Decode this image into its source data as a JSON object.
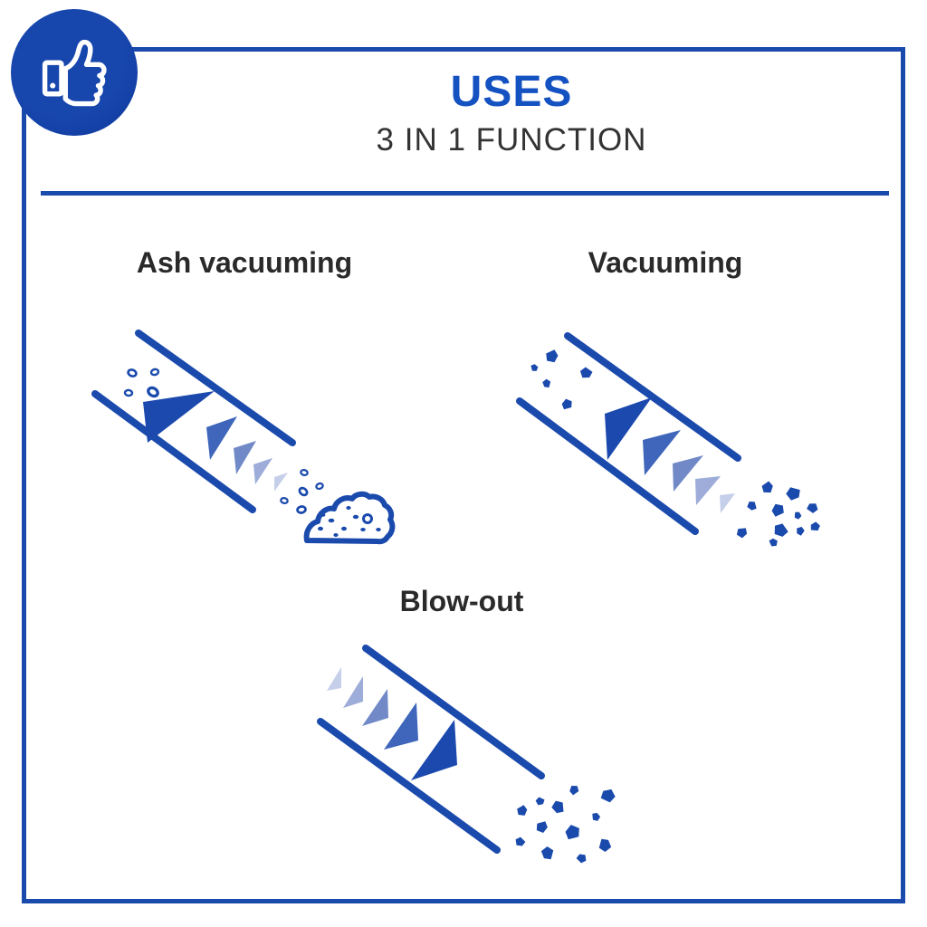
{
  "page": {
    "type": "product-infographic",
    "background": "#ffffff"
  },
  "badge": {
    "icon": "thumbs-up-icon"
  },
  "header": {
    "title": "USES",
    "subtitle": "3 IN 1 FUNCTION"
  },
  "sections": [
    {
      "label": "Ash vacuuming"
    },
    {
      "label": "Vacuuming"
    },
    {
      "label": "Blow-out"
    }
  ],
  "colors": {
    "frame": "#1b4aad",
    "title": "#1552c1",
    "subtitle": "#333333",
    "section_label": "#2a2a2a",
    "badge_fill": "#1746ad",
    "badge_glyph": "#ffffff",
    "tube": "#1b4aad",
    "particle": "#1b4aad",
    "arrow_gradient": [
      "#1b49ae",
      "#3f66bb",
      "#7289c8",
      "#9dacd8",
      "#c6cfe9"
    ]
  }
}
